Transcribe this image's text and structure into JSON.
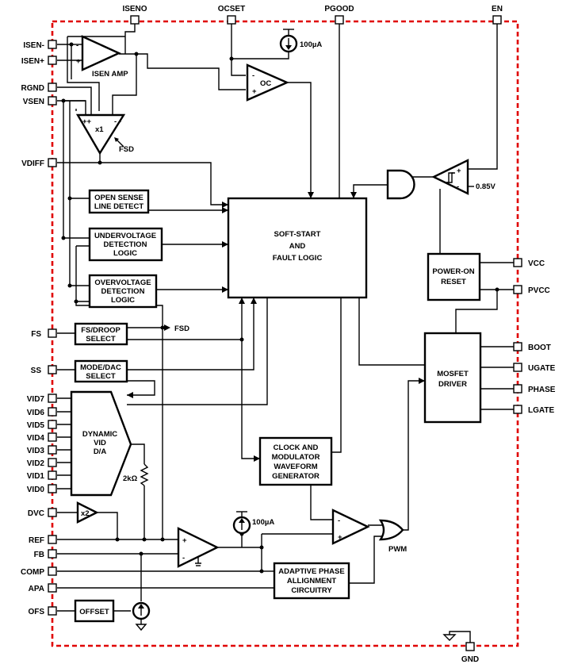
{
  "pins_left": {
    "isen_minus": "ISEN-",
    "isen_plus": "ISEN+",
    "rgnd": "RGND",
    "vsen": "VSEN",
    "vdiff": "VDIFF",
    "fs": "FS",
    "ss": "SS",
    "vid7": "VID7",
    "vid6": "VID6",
    "vid5": "VID5",
    "vid4": "VID4",
    "vid3": "VID3",
    "vid2": "VID2",
    "vid1": "VID1",
    "vid0": "VID0",
    "dvc": "DVC",
    "ref": "REF",
    "fb": "FB",
    "comp": "COMP",
    "apa": "APA",
    "ofs": "OFS"
  },
  "pins_top": {
    "iseno": "ISENO",
    "ocset": "OCSET",
    "pgood": "PGOOD",
    "en": "EN"
  },
  "pins_right": {
    "vcc": "VCC",
    "pvcc": "PVCC",
    "boot": "BOOT",
    "ugate": "UGATE",
    "phase": "PHASE",
    "lgate": "LGATE"
  },
  "pins_bottom": {
    "gnd": "GND"
  },
  "blocks": {
    "isen_amp": "ISEN AMP",
    "x1": "x1",
    "fsd_in": "FSD",
    "oc": "OC",
    "current_100ua_top": "100µA",
    "open_sense_1": "OPEN SENSE",
    "open_sense_2": "LINE DETECT",
    "uv_1": "UNDERVOLTAGE",
    "uv_2": "DETECTION",
    "uv_3": "LOGIC",
    "ov_1": "OVERVOLTAGE",
    "ov_2": "DETECTION",
    "ov_3": "LOGIC",
    "softstart_1": "SOFT-START",
    "softstart_2": "AND",
    "softstart_3": "FAULT LOGIC",
    "fsdroop_1": "FS/DROOP",
    "fsdroop_2": "SELECT",
    "fsd_out": "FSD",
    "modedac_1": "MODE/DAC",
    "modedac_2": "SELECT",
    "dac_1": "DYNAMIC",
    "dac_2": "VID",
    "dac_3": "D/A",
    "res_2k": "2kΩ",
    "x2": "x2",
    "clock_1": "CLOCK AND",
    "clock_2": "MODULATOR",
    "clock_3": "WAVEFORM",
    "clock_4": "GENERATOR",
    "current_100ua_mid": "100µA",
    "pwm": "PWM",
    "apa_1": "ADAPTIVE PHASE",
    "apa_2": "ALLIGNMENT",
    "apa_3": "CIRCUITRY",
    "offset": "OFFSET",
    "por_1": "POWER-ON",
    "por_2": "RESET",
    "mosfet_1": "MOSFET",
    "mosfet_2": "DRIVER",
    "v085": "0.85V"
  },
  "colors": {
    "boundary": "#e00000",
    "line": "#000000"
  }
}
